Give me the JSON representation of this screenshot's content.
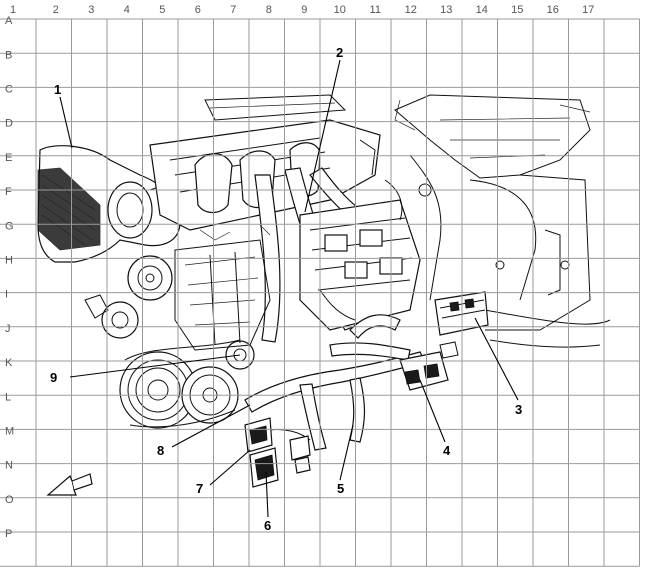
{
  "grid": {
    "columns": [
      "1",
      "2",
      "3",
      "4",
      "5",
      "6",
      "7",
      "8",
      "9",
      "10",
      "11",
      "12",
      "13",
      "14",
      "15",
      "16",
      "17"
    ],
    "rows": [
      "A",
      "B",
      "C",
      "D",
      "E",
      "F",
      "G",
      "H",
      "I",
      "J",
      "K",
      "L",
      "M",
      "N",
      "O",
      "P"
    ]
  },
  "callouts": [
    "1",
    "2",
    "3",
    "4",
    "5",
    "6",
    "7",
    "8",
    "9"
  ],
  "icons": {
    "direction": "front-arrow-icon"
  }
}
